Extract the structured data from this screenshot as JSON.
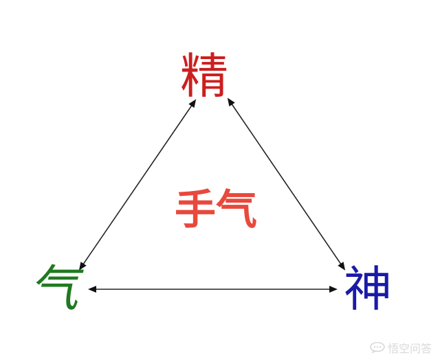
{
  "diagram": {
    "nodes": {
      "top": {
        "label": "精",
        "color": "#cc1f1f"
      },
      "left": {
        "label": "气",
        "color": "#1f7a1f"
      },
      "right": {
        "label": "神",
        "color": "#1a1aa8"
      }
    },
    "center": {
      "label": "手气",
      "color": "#e8493c"
    },
    "edges": [
      {
        "from": "top",
        "to": "left",
        "type": "bidirectional"
      },
      {
        "from": "top",
        "to": "right",
        "type": "bidirectional"
      },
      {
        "from": "left",
        "to": "right",
        "type": "bidirectional"
      }
    ]
  },
  "watermark": {
    "text": "悟空问答",
    "icon": "chat-bubble-icon",
    "color": "#d8d8d8"
  }
}
